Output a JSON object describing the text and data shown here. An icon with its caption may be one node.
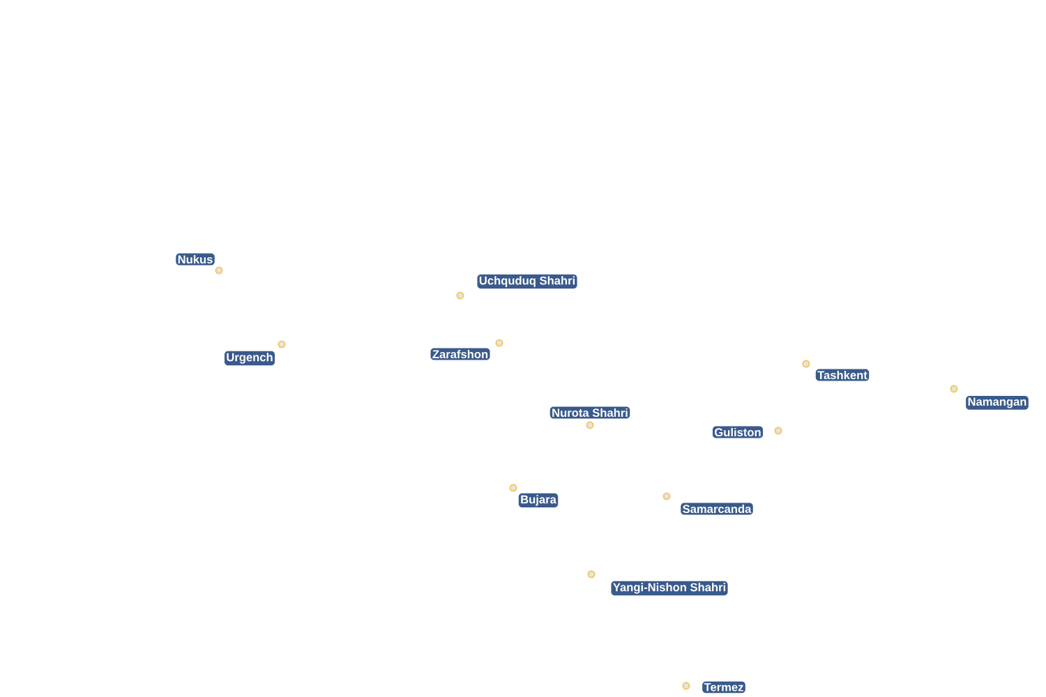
{
  "diagram": {
    "nodes": [
      {
        "text": [],
        "shape": "circle",
        "beside": [
          "Nukus"
        ]
      },
      {
        "text": [],
        "shape": "circle",
        "beside": [
          "Uchquduq Shahri"
        ]
      },
      {
        "text": [],
        "shape": "circle",
        "beside": [
          "Urgench"
        ]
      },
      {
        "text": [],
        "shape": "circle",
        "beside": [
          "Zarafshon"
        ]
      },
      {
        "text": [],
        "shape": "circle",
        "beside": [
          "Tashkent"
        ]
      },
      {
        "text": [],
        "shape": "circle",
        "beside": [
          "Namangan"
        ]
      },
      {
        "text": [],
        "shape": "circle",
        "beside": [
          "Nurota Shahri"
        ]
      },
      {
        "text": [],
        "shape": "circle",
        "beside": [
          "Guliston"
        ]
      },
      {
        "text": [],
        "shape": "circle",
        "beside": [
          "Bujara"
        ]
      },
      {
        "text": [],
        "shape": "circle",
        "beside": [
          "Samarcanda"
        ]
      },
      {
        "text": [],
        "shape": "circle",
        "beside": [
          "Yangi-Nishon Shahri"
        ]
      },
      {
        "text": [],
        "shape": "circle",
        "beside": [
          "Termez"
        ]
      }
    ]
  }
}
